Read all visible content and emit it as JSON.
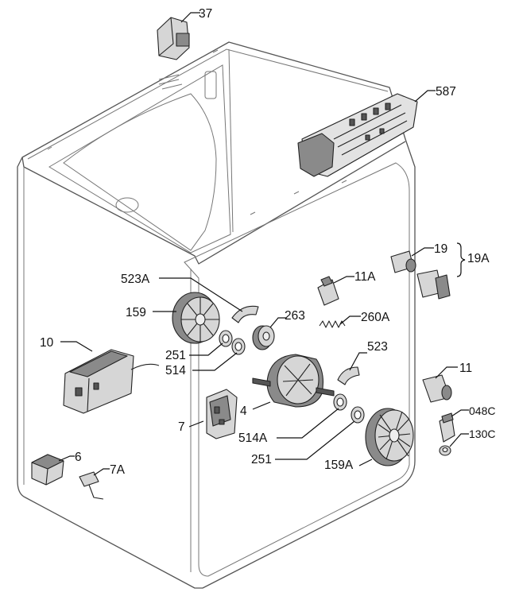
{
  "labels": {
    "p37": "37",
    "p587": "587",
    "p19": "19",
    "p19A": "19A",
    "p11A": "11A",
    "p523A": "523A",
    "p159": "159",
    "p263": "263",
    "p260A": "260A",
    "p523": "523",
    "p10": "10",
    "p251a": "251",
    "p514": "514",
    "p11": "11",
    "p4": "4",
    "p7": "7",
    "p048C": "048C",
    "p514A": "514A",
    "p130C": "130C",
    "p251b": "251",
    "p159A": "159A",
    "p6": "6",
    "p7A": "7A"
  },
  "colors": {
    "line": "#111111",
    "cabinet": "#555555",
    "part_fill": "#d6d6d6",
    "part_dark": "#8a8a8a"
  }
}
